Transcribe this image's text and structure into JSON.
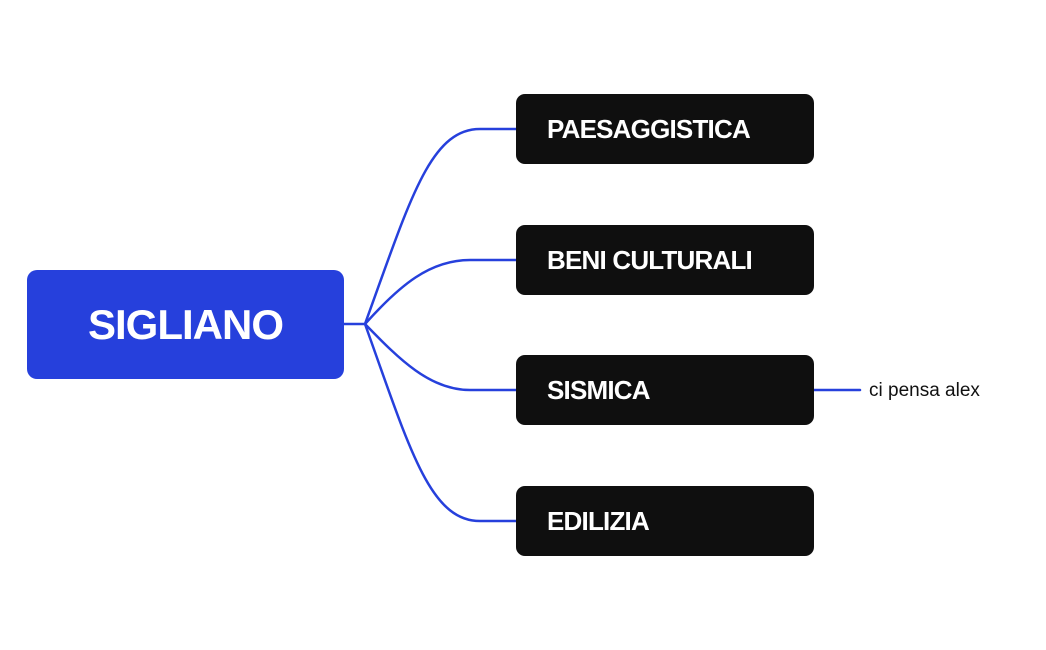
{
  "diagram": {
    "root": {
      "label": "SIGLIANO"
    },
    "topics": [
      {
        "label": "PAESAGGISTICA"
      },
      {
        "label": "BENI CULTURALI"
      },
      {
        "label": "SISMICA"
      },
      {
        "label": "EDILIZIA"
      }
    ],
    "note": {
      "label": "ci pensa alex",
      "attached_to": "SISMICA"
    },
    "colors": {
      "root_fill": "#2640dc",
      "topic_fill": "#0f0f0f",
      "connector": "#2640dc",
      "topic_text": "#ffffff",
      "note_text": "#111111"
    }
  }
}
